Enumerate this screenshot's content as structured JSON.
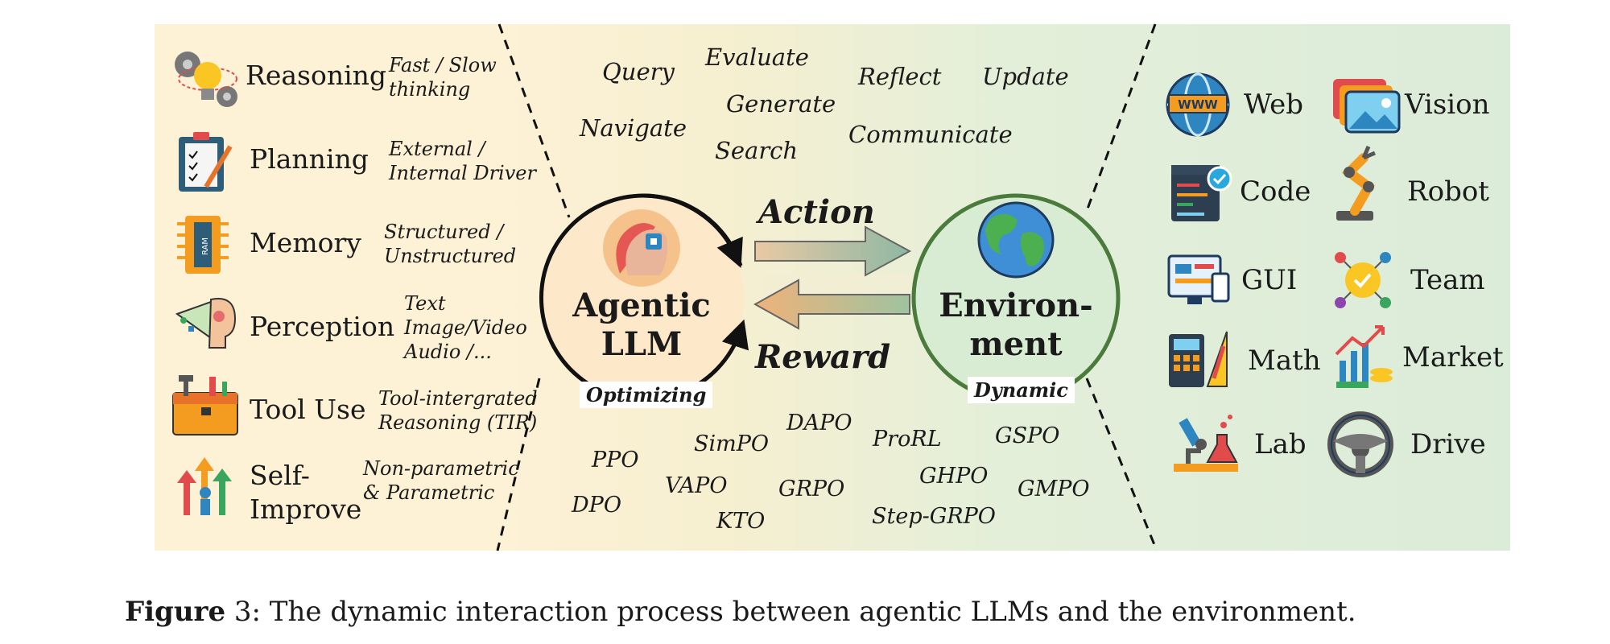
{
  "capabilities": [
    {
      "label": "Reasoning",
      "desc": [
        "Fast / Slow",
        "thinking"
      ],
      "icon": "gears-lightbulb-icon"
    },
    {
      "label": "Planning",
      "desc": [
        "External /",
        "Internal Driver"
      ],
      "icon": "clipboard-checklist-icon"
    },
    {
      "label": "Memory",
      "desc": [
        "Structured /",
        "Unstructured"
      ],
      "icon": "ram-chip-icon",
      "chip_text": "RAM"
    },
    {
      "label": "Perception",
      "desc": [
        "Text",
        "Image/Video",
        "Audio /..."
      ],
      "icon": "head-perception-icon"
    },
    {
      "label": "Tool Use",
      "desc": [
        "Tool-intergrated",
        "Reasoning (TIR)"
      ],
      "icon": "toolbox-icon"
    },
    {
      "label": "Self-Improve",
      "label_lines": [
        "Self-",
        "Improve"
      ],
      "desc": [
        "Non-parametric",
        "& Parametric"
      ],
      "icon": "growth-arrows-icon"
    }
  ],
  "actions": [
    "Query",
    "Evaluate",
    "Reflect",
    "Update",
    "Generate",
    "Navigate",
    "Communicate",
    "Search"
  ],
  "agent": {
    "title_lines": [
      "Agentic",
      "LLM"
    ],
    "tag": "Optimizing",
    "icon": "ai-head-icon"
  },
  "environment": {
    "title_lines": [
      "Environ-",
      "ment"
    ],
    "tag": "Dynamic",
    "icon": "globe-icon"
  },
  "arrows": {
    "action": "Action",
    "reward": "Reward"
  },
  "algorithms": [
    "SimPO",
    "DAPO",
    "ProRL",
    "GSPO",
    "PPO",
    "GHPO",
    "VAPO",
    "GRPO",
    "GMPO",
    "DPO",
    "Step-GRPO",
    "KTO"
  ],
  "environments": [
    {
      "label": "Web",
      "icon": "web-globe-icon"
    },
    {
      "label": "Vision",
      "icon": "image-gallery-icon"
    },
    {
      "label": "Code",
      "icon": "code-editor-icon"
    },
    {
      "label": "Robot",
      "icon": "robot-arm-icon"
    },
    {
      "label": "GUI",
      "icon": "gui-screens-icon"
    },
    {
      "label": "Team",
      "icon": "team-network-icon"
    },
    {
      "label": "Math",
      "icon": "calculator-ruler-icon"
    },
    {
      "label": "Market",
      "icon": "market-chart-icon"
    },
    {
      "label": "Lab",
      "icon": "microscope-flask-icon"
    },
    {
      "label": "Drive",
      "icon": "steering-wheel-icon"
    }
  ],
  "caption": {
    "label": "Figure",
    "number": "3",
    "text": ": The dynamic interaction process between agentic LLMs and the environment."
  },
  "colors": {
    "left_bg": "#fdf1d6",
    "right_bg": "#dbecd9",
    "env_circle": "#4a7a3c",
    "agent_fill": "#fde9c9",
    "env_fill": "#d8ecd3"
  }
}
